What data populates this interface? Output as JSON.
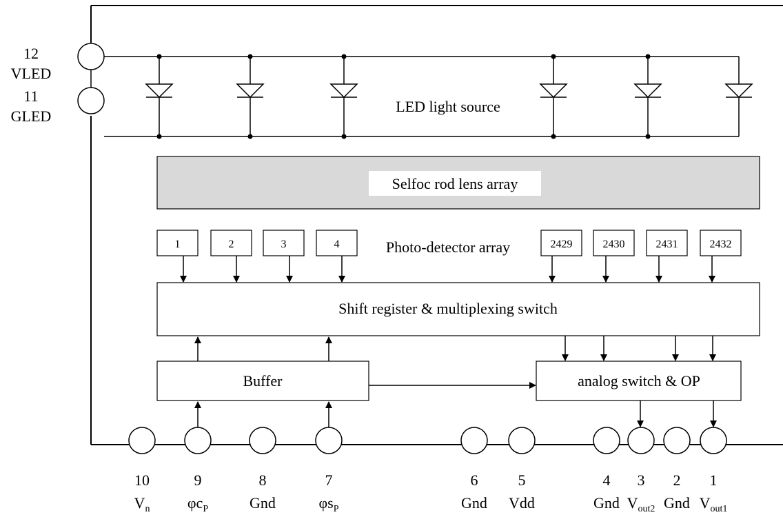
{
  "left_pins": [
    {
      "number": "12",
      "name": "VLED"
    },
    {
      "number": "11",
      "name": "GLED"
    }
  ],
  "blocks": {
    "led_source": "LED light source",
    "lens_array": "Selfoc rod lens array",
    "photo_detector": "Photo-detector array",
    "shift_register": "Shift register & multiplexing switch",
    "buffer": "Buffer",
    "analog_switch": "analog switch & OP"
  },
  "detector_cells": [
    "1",
    "2",
    "3",
    "4",
    "2429",
    "2430",
    "2431",
    "2432"
  ],
  "bottom_pins": [
    {
      "number": "10",
      "name": "V",
      "sub": "n"
    },
    {
      "number": "9",
      "name": "φc",
      "sub": "P"
    },
    {
      "number": "8",
      "name": "Gnd",
      "sub": ""
    },
    {
      "number": "7",
      "name": "φs",
      "sub": "P"
    },
    {
      "number": "6",
      "name": "Gnd",
      "sub": ""
    },
    {
      "number": "5",
      "name": "Vdd",
      "sub": ""
    },
    {
      "number": "4",
      "name": "Gnd",
      "sub": ""
    },
    {
      "number": "3",
      "name": "V",
      "sub": "out2"
    },
    {
      "number": "2",
      "name": "Gnd",
      "sub": ""
    },
    {
      "number": "1",
      "name": "V",
      "sub": "out1"
    }
  ],
  "colors": {
    "line": "#000000",
    "lens_fill": "#d9d9d9",
    "background": "#ffffff"
  }
}
